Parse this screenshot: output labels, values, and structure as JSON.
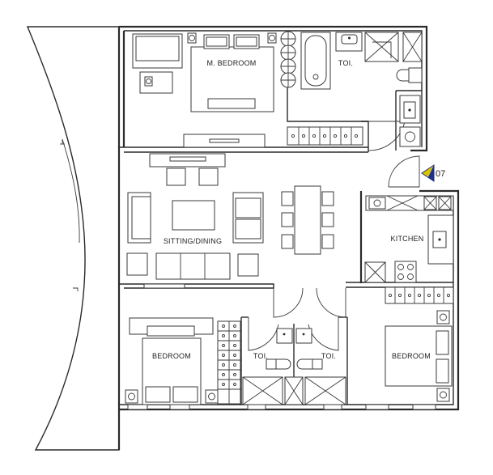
{
  "plan": {
    "rooms": {
      "master_bedroom": "M. BEDROOM",
      "master_toilet": "TOI.",
      "sitting_dining": "SITTING/DINING",
      "kitchen": "KITCHEN",
      "bedroom_left": "BEDROOM",
      "toilet_left": "TOI.",
      "toilet_right": "TOI.",
      "bedroom_right": "BEDROOM"
    },
    "unit_number": "07",
    "colors": {
      "line": "#2a2a2a",
      "marker_yellow": "#d9c400",
      "marker_blue": "#1f2f8a"
    }
  }
}
